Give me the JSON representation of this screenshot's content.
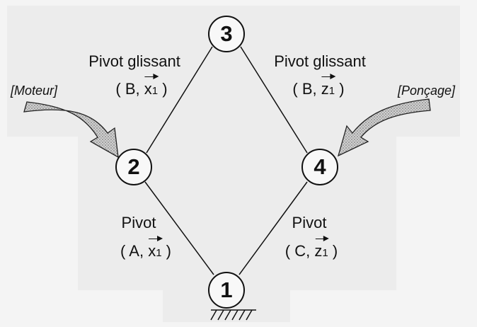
{
  "nodes": [
    {
      "id": "n3",
      "label": "3"
    },
    {
      "id": "n2",
      "label": "2"
    },
    {
      "id": "n4",
      "label": "4"
    },
    {
      "id": "n1",
      "label": "1"
    }
  ],
  "links": [
    {
      "kind": "Pivot glissant",
      "open": "(",
      "point": "B",
      "sep": ",",
      "vec": "x",
      "sub": "1",
      "close": ")"
    },
    {
      "kind": "Pivot glissant",
      "open": "(",
      "point": "B",
      "sep": ",",
      "vec": "z",
      "sub": "1",
      "close": ")"
    },
    {
      "kind": "Pivot",
      "open": "(",
      "point": "A",
      "sep": ",",
      "vec": "x",
      "sub": "1",
      "close": ")"
    },
    {
      "kind": "Pivot",
      "open": "(",
      "point": "C",
      "sep": ",",
      "vec": "z",
      "sub": "1",
      "close": ")"
    }
  ],
  "external": {
    "motor": "[Moteur]",
    "grinding": "[Ponçage]"
  },
  "colors": {
    "ink": "#111111",
    "arrow_fill": "#b9b9b9",
    "background": "#f4f4f4"
  }
}
